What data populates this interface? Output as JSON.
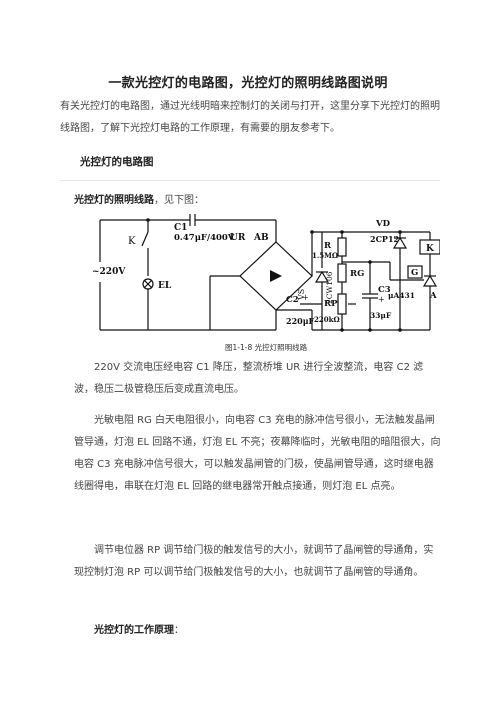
{
  "article": {
    "title": "一款光控灯的电路图，光控灯的照明线路图说明",
    "intro": "有关光控灯的电路图，通过光线明暗来控制灯的关闭与打开，这里分享下光控灯的照明线路图，了解下光控灯电路的工作原理，有需要的朋友参考下。"
  },
  "section": {
    "heading": "光控灯的电路图",
    "lead_bold": "光控灯的照明线路",
    "lead_rest": "，见下图："
  },
  "figure": {
    "caption": "图1-1-8  光控灯照明线路",
    "labels": {
      "k_left": "K",
      "c1": "C1",
      "c1_value": "0.47μF/400V",
      "ur": "UR",
      "ab": "AB",
      "vs": "VS",
      "vs_part": "2CW106",
      "voltage": "~220V",
      "el": "EL",
      "c2": "C2",
      "c2_value": "220μF",
      "r": "R",
      "r_value": "1.5MΩ",
      "rg": "RG",
      "rp": "RP",
      "rp_value": "220kΩ",
      "c3": "C3",
      "c3_value": "33μF",
      "vd": "VD",
      "vd_part": "2CP12",
      "k_relay": "K",
      "g": "G",
      "a": "A",
      "scr_part": "μA431",
      "plus": "+"
    }
  },
  "body": {
    "p1": "220V 交流电压经电容 C1 降压，整流桥堆 UR 进行全波整流，电容 C2 滤波，稳压二极管稳压后变成直流电压。",
    "p2": "光敏电阻 RG 白天电阻很小，向电容 C3 充电的脉冲信号很小，无法触发晶闸管导通，灯泡 EL 回路不通，灯泡 EL 不亮；夜幕降临时，光敏电阻的暗阻很大，向电容 C3 充电脉冲信号很大，可以触发晶闸管的门极，使晶闸管导通，这时继电器线圈得电，串联在灯泡 EL 回路的继电器常开触点接通，则灯泡 EL 点亮。",
    "p3": "调节电位器 RP 调节给门极的触发信号的大小，就调节了晶闸管的导通角，实现控制灯泡 RP 可以调节给门极触发信号的大小，也就调节了晶闸管的导通角。",
    "p4_bold": "光控灯的工作原理",
    "p4_rest": "："
  }
}
